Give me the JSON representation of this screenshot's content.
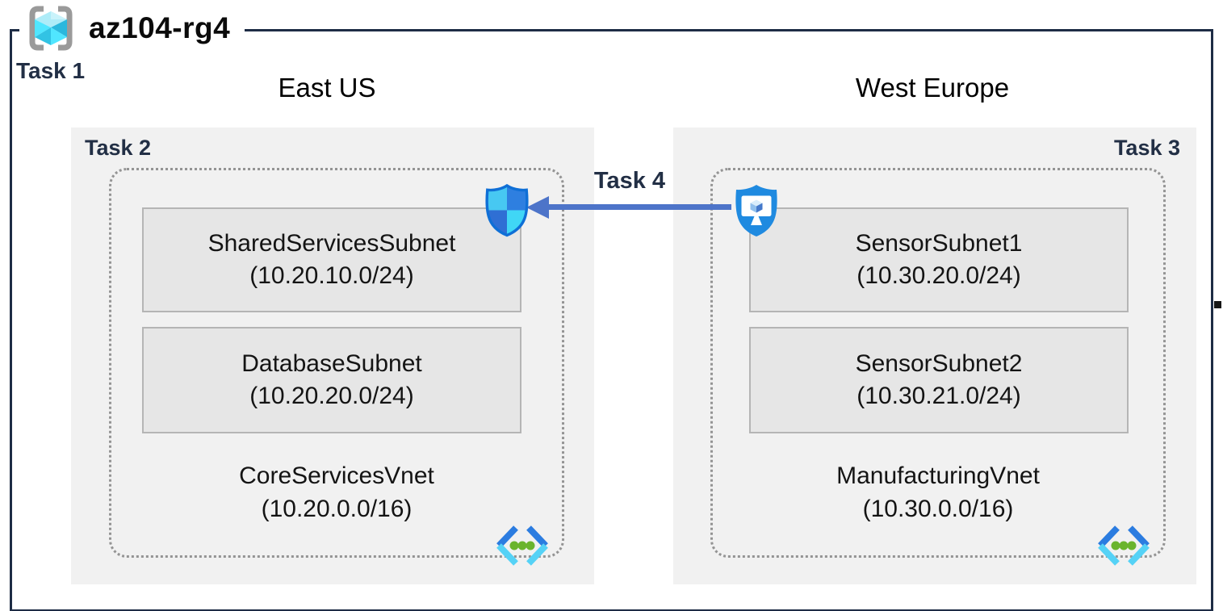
{
  "diagram": {
    "title": "az104-rg4",
    "task1_label": "Task 1",
    "task4_label": "Task 4",
    "regions": [
      {
        "name": "East US",
        "task_label": "Task 2",
        "vnet": {
          "name": "CoreServicesVnet",
          "cidr": "(10.20.0.0/16)",
          "subnets": [
            {
              "name": "SharedServicesSubnet",
              "cidr": "(10.20.10.0/24)"
            },
            {
              "name": "DatabaseSubnet",
              "cidr": "(10.20.20.0/24)"
            }
          ]
        }
      },
      {
        "name": "West Europe",
        "task_label": "Task 3",
        "vnet": {
          "name": "ManufacturingVnet",
          "cidr": "(10.30.0.0/16)",
          "subnets": [
            {
              "name": "SensorSubnet1",
              "cidr": "(10.30.20.0/24)"
            },
            {
              "name": "SensorSubnet2",
              "cidr": "(10.30.21.0/24)"
            }
          ]
        }
      }
    ],
    "icons": {
      "resource_group": "resource-group-icon",
      "nsg_shield": "nsg-shield-icon",
      "defender_monitor": "defender-monitor-icon",
      "virtual_network": "vnet-icon"
    },
    "colors": {
      "outer_border_navy": "#1e2c45",
      "task_label_navy": "#222f45",
      "panel_gray": "#f1f1f1",
      "subnet_fill": "#e6e6e6",
      "subnet_border": "#b5b5b5",
      "dotted_border": "#949494",
      "arrow_blue": "#4d74c9",
      "shield_blue": "#2e7fe0",
      "shield_cyan": "#47c8f2",
      "vnet_green": "#6ab42d"
    }
  }
}
